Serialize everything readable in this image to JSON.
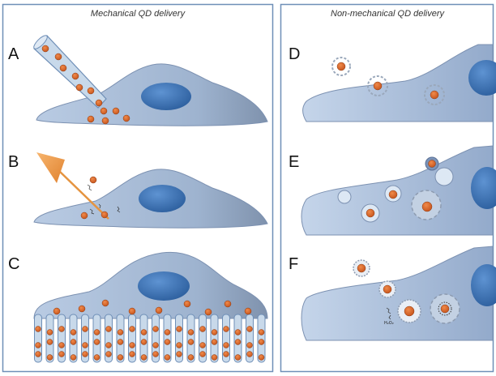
{
  "figure": {
    "left_title": "Mechanical QD delivery",
    "right_title": "Non-mechanical QD delivery",
    "panels": {
      "A": "A",
      "B": "B",
      "C": "C",
      "D": "D",
      "E": "E",
      "F": "F"
    },
    "annotations": {
      "h2o2": "H₂O₂"
    }
  },
  "colors": {
    "cell": "#a9bcd6",
    "cell_stroke": "#7c91b1",
    "nucleus": "#3e74b8",
    "qd": "#d9692a",
    "qd_stroke": "#8c3c14",
    "tip": "#f39a4a",
    "needle_fill": "#c8d9ea",
    "border": "#6f8fb7"
  }
}
